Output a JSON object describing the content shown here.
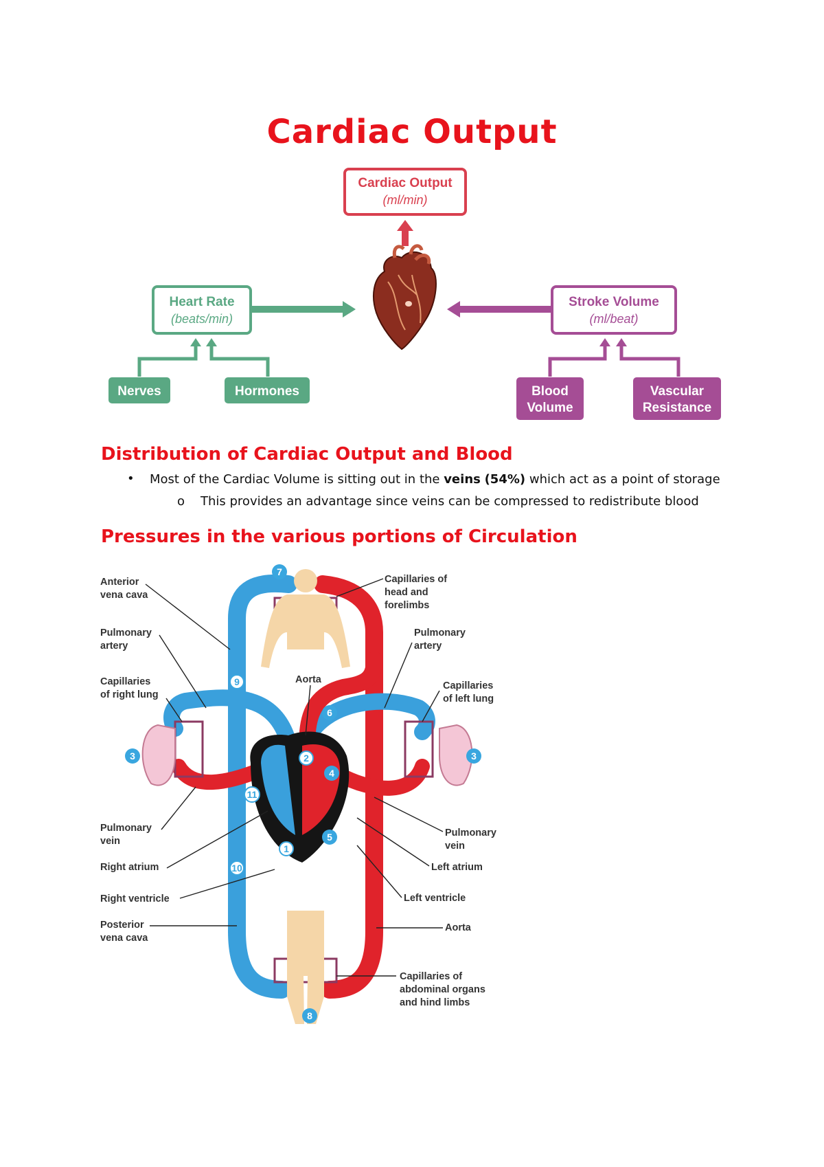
{
  "title": "Cardiac Output",
  "flow": {
    "cardiac_output": {
      "label": "Cardiac Output",
      "unit": "(ml/min)"
    },
    "heart_rate": {
      "label": "Heart Rate",
      "unit": "(beats/min)"
    },
    "stroke_volume": {
      "label": "Stroke Volume",
      "unit": "(ml/beat)"
    },
    "nerves": "Nerves",
    "hormones": "Hormones",
    "blood_volume": [
      "Blood",
      "Volume"
    ],
    "vascular_resistance": [
      "Vascular",
      "Resistance"
    ],
    "colors": {
      "red": "#d9404f",
      "green": "#5aa883",
      "purple": "#a54d95"
    }
  },
  "section1": {
    "heading": "Distribution of Cardiac Output and Blood",
    "bullet1_pre": "Most of the Cardiac Volume is sitting out in the ",
    "bullet1_bold": "veins",
    "bullet1_pct": "(54%)",
    "bullet1_post": " which act as a point of storage",
    "sub_marker": "o",
    "sub1": "This provides an advantage since veins can be compressed to redistribute blood"
  },
  "section2": {
    "heading": "Pressures in the various portions of Circulation"
  },
  "circulation": {
    "labels": {
      "anterior_vena_cava": [
        "Anterior",
        "vena cava"
      ],
      "pulmonary_artery_left": [
        "Pulmonary",
        "artery"
      ],
      "capillaries_right_lung": [
        "Capillaries",
        "of right lung"
      ],
      "pulmonary_vein_left": [
        "Pulmonary",
        "vein"
      ],
      "right_atrium": "Right atrium",
      "right_ventricle": "Right ventricle",
      "posterior_vena_cava": [
        "Posterior",
        "vena cava"
      ],
      "capillaries_head": [
        "Capillaries of",
        "head and",
        "forelimbs"
      ],
      "pulmonary_artery_right": [
        "Pulmonary",
        "artery"
      ],
      "capillaries_left_lung": [
        "Capillaries",
        "of left lung"
      ],
      "pulmonary_vein_right": [
        "Pulmonary",
        "vein"
      ],
      "left_atrium": "Left atrium",
      "left_ventricle": "Left ventricle",
      "aorta_right": "Aorta",
      "aorta_top": "Aorta",
      "capillaries_abdominal": [
        "Capillaries of",
        "abdominal organs",
        "and hind limbs"
      ]
    },
    "numbers": [
      "1",
      "2",
      "3",
      "4",
      "5",
      "6",
      "7",
      "8",
      "9",
      "10",
      "11"
    ],
    "colors": {
      "artery": "#e0232b",
      "vein": "#3aa0dc",
      "heart_dark": "#151515",
      "skin": "#f5d6a8",
      "lung": "#f4c6d6",
      "badge": "#39a6df"
    }
  }
}
